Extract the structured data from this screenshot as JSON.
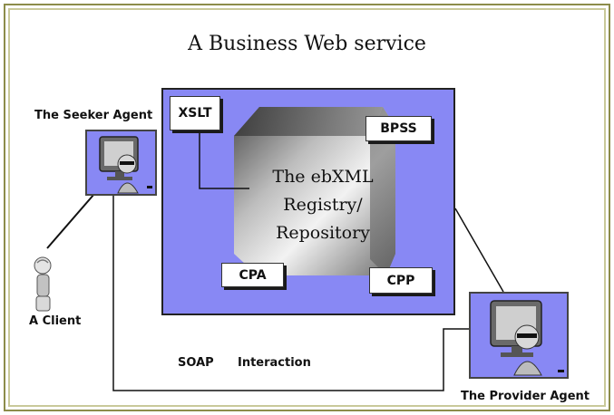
{
  "title": "A Business Web service",
  "registry": {
    "line1": "The ebXML",
    "line2": "Registry/",
    "line3": "Repository"
  },
  "tags": {
    "xslt": "XSLT",
    "bpss": "BPSS",
    "cpa": "CPA",
    "cpp": "CPP"
  },
  "seeker": {
    "label": "The Seeker Agent"
  },
  "provider": {
    "label": "The Provider Agent"
  },
  "client": {
    "label": "A Client"
  },
  "interaction": {
    "soap": "SOAP",
    "word": "Interaction"
  },
  "colors": {
    "panel_fill": "#8888f4",
    "frame": "#8c8c4a"
  }
}
